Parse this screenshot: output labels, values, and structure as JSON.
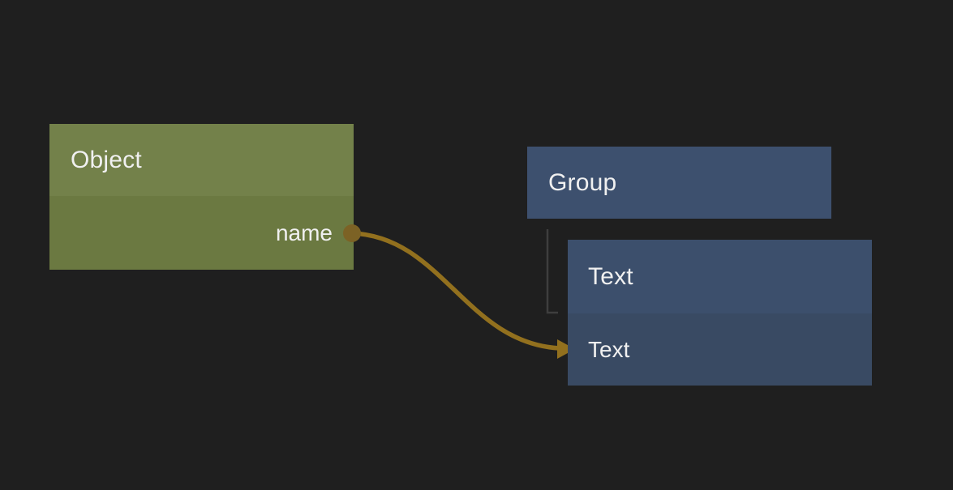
{
  "app": {
    "type": "node-graph-editor",
    "background_color": "#1f1f1f",
    "text_color": "#f0f0f0"
  },
  "nodes": [
    {
      "id": "object",
      "title": "Object",
      "header_color": "#73814a",
      "body_color": "#6b7941",
      "rows": [
        {
          "label": "name",
          "align": "right",
          "port": "output"
        }
      ]
    },
    {
      "id": "group",
      "title": "Group",
      "header_color": "#3d506e",
      "rows": []
    },
    {
      "id": "text",
      "title": "Text",
      "header_color": "#3c4f6c",
      "body_color": "#394a63",
      "rows": [
        {
          "label": "Text",
          "align": "left",
          "port": "input"
        }
      ]
    }
  ],
  "edges": {
    "connection": {
      "from": "object.name",
      "to": "text.Text",
      "color": "#92701e",
      "port_dot_color": "#7c6225"
    },
    "hierarchy": {
      "from": "group",
      "to": "text",
      "color": "#3e3e3e"
    }
  }
}
